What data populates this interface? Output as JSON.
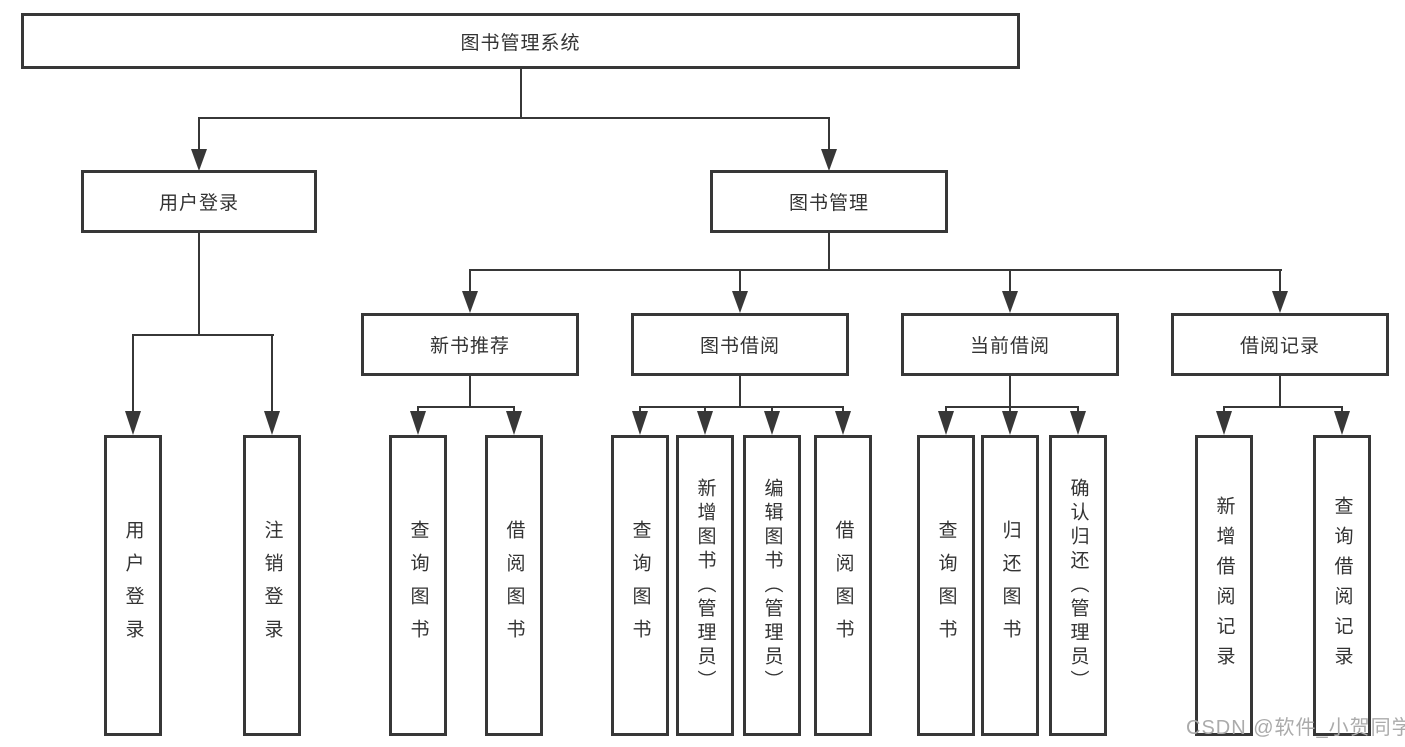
{
  "diagram": {
    "root": {
      "label": "图书管理系统"
    },
    "level2": {
      "user_login": {
        "label": "用户登录"
      },
      "book_management": {
        "label": "图书管理"
      }
    },
    "level3": {
      "new_book_recommend": {
        "label": "新书推荐"
      },
      "book_borrow": {
        "label": "图书借阅"
      },
      "current_borrow": {
        "label": "当前借阅"
      },
      "borrow_records": {
        "label": "借阅记录"
      }
    },
    "leaves": {
      "user": [
        "用户登录",
        "注销登录"
      ],
      "recommend": [
        "查询图书",
        "借阅图书"
      ],
      "borrow": [
        "查询图书",
        "新增图书（管理员）",
        "编辑图书（管理员）",
        "借阅图书"
      ],
      "current": [
        "查询图书",
        "归还图书",
        "确认归还（管理员）"
      ],
      "records": [
        "新增借阅记录",
        "查询借阅记录"
      ]
    },
    "watermark": "CSDN @软件_小贺同学",
    "colors": {
      "line": "#373737",
      "text": "#333333",
      "watermark": "#ababab",
      "background": "#ffffff"
    }
  }
}
